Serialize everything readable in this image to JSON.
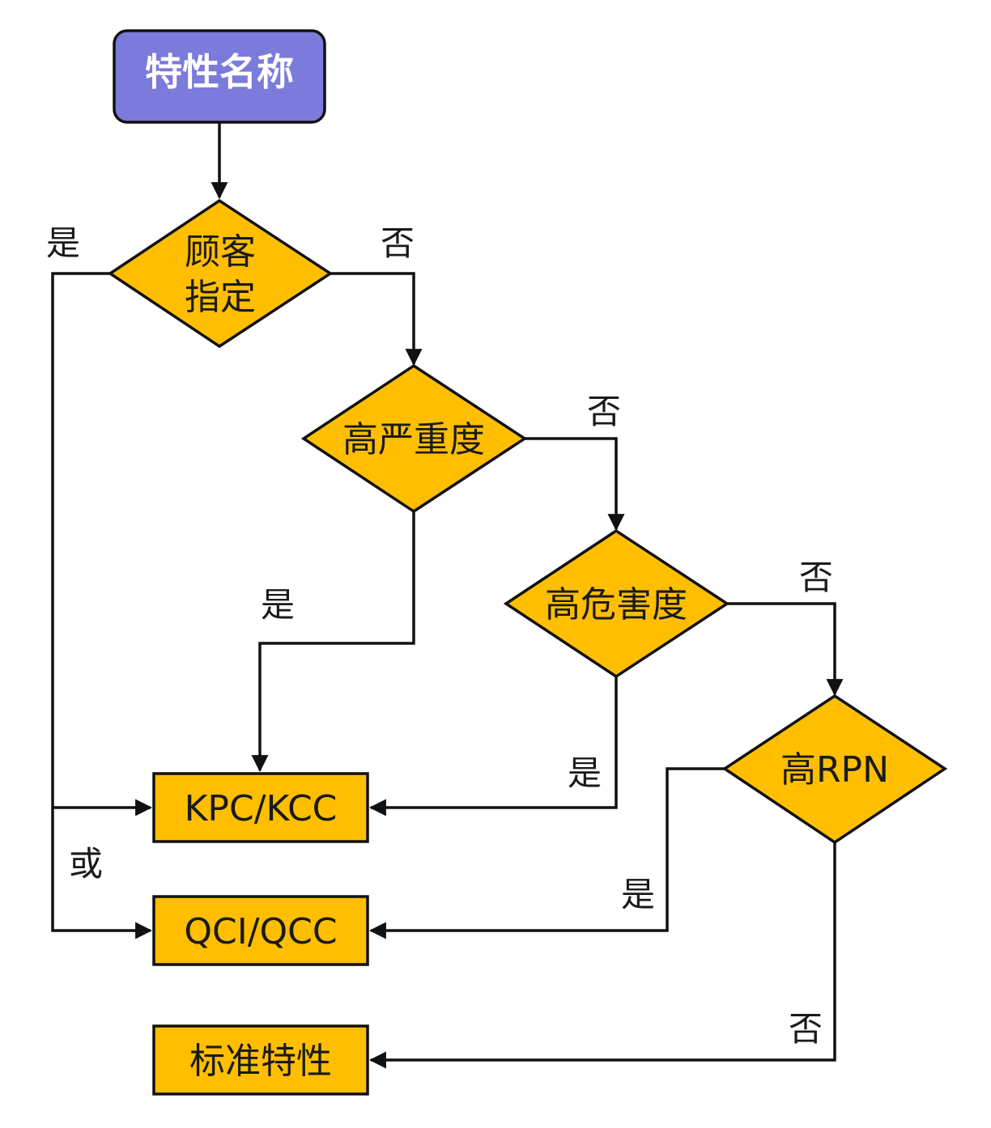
{
  "colors": {
    "start_fill": "#7B7BDB",
    "node_fill": "#FFBF00",
    "stroke": "#111111"
  },
  "nodes": {
    "start": "特性名称",
    "customer_line1": "顾客",
    "customer_line2": "指定",
    "high_severity": "高严重度",
    "high_hazard": "高危害度",
    "high_rpn": "高RPN",
    "kpc_kcc": "KPC/KCC",
    "qci_qcc": "QCI/QCC",
    "standard": "标准特性"
  },
  "edges": {
    "customer_yes": "是",
    "customer_no": "否",
    "severity_yes": "是",
    "severity_no": "否",
    "hazard_yes": "是",
    "hazard_no": "否",
    "rpn_yes": "是",
    "rpn_no": "否",
    "or": "或"
  }
}
